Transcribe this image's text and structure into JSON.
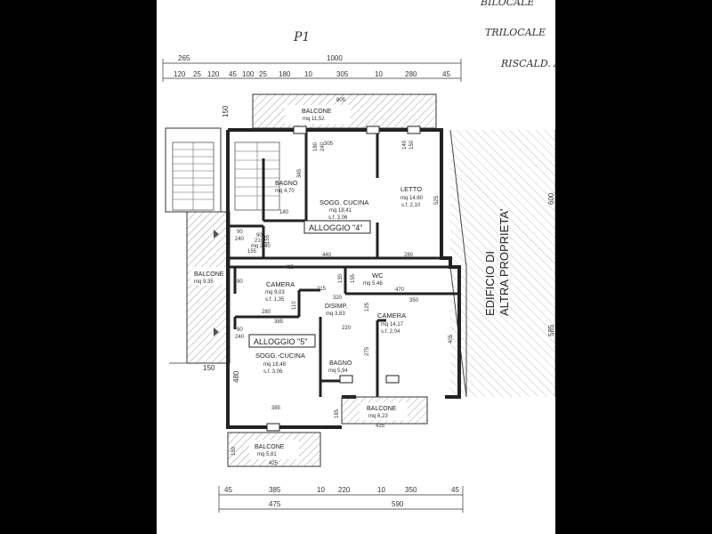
{
  "page": {
    "sheet_label": "P1",
    "handwritten_notes": [
      "BILOCALE",
      "TRILOCALE",
      "RISCALD. A"
    ]
  },
  "dimensions": {
    "top_total": "1000",
    "top_left": "265",
    "top_row": [
      "120",
      "25",
      "120",
      "45",
      "100",
      "25",
      "180",
      "10",
      "305",
      "10",
      "280",
      "45"
    ],
    "left_150_top": "150",
    "bottom_row1": [
      "45",
      "385",
      "10",
      "220",
      "10",
      "350",
      "45"
    ],
    "bottom_row2": [
      "475",
      "590"
    ],
    "right_600": "600",
    "right_585": "585",
    "left_150_bottom": "150",
    "left_480": "480"
  },
  "rooms": {
    "balcone_top": {
      "name": "BALCONE",
      "area": "mq 11,52",
      "width": "805"
    },
    "bagno4": {
      "name": "BAGNO",
      "area": "mq 4,70"
    },
    "cucina4": {
      "name": "SOGG. CUCINA",
      "area": "mq 18,41",
      "sf": "s.f. 3,06"
    },
    "letto": {
      "name": "LETTO",
      "area": "mq 14,60",
      "sf": "s.f. 2,10"
    },
    "alloggio4": "ALLOGGIO \"4\"",
    "landing": {
      "area": "mq 2,40"
    },
    "balcone_left": {
      "name": "BALCONE",
      "area": "mq 9,35"
    },
    "camera5a": {
      "name": "CAMERA",
      "area": "mq 9,03",
      "sf": "s.f. 1,35"
    },
    "wc": {
      "name": "WC",
      "area": "mq 5,46"
    },
    "disimp": {
      "name": "DISIMP.",
      "area": "mq 3,83"
    },
    "camera5b": {
      "name": "CAMERA",
      "area": "mq 14,17",
      "sf": "s.f. 2,04"
    },
    "alloggio5": "ALLOGGIO \"5\"",
    "cucina5": {
      "name": "SOGG.-CUCINA",
      "area": "mq 18,48",
      "sf": "s.f. 3,06"
    },
    "bagno5": {
      "name": "BAGNO",
      "area": "mq 5,94"
    },
    "balcone_br": {
      "name": "BALCONE",
      "area": "mq 6,23",
      "width": "435"
    },
    "balcone_bl": {
      "name": "BALCONE",
      "area": "mq 5,81",
      "width": "425"
    },
    "edificio_line1": "EDIFICIO DI",
    "edificio_line2": "ALTRA PROPRIETA'"
  },
  "inner_dims": {
    "d305": "305",
    "d180": "180",
    "d240a": "240",
    "d240b": "240",
    "d240c": "240",
    "d345": "345",
    "d440": "440",
    "d280a": "280",
    "d525": "525",
    "d90a": "90",
    "d90b": "90",
    "d90c": "90",
    "d90d": "90",
    "d210": "210",
    "d155a": "155",
    "d155b": "155",
    "d495": "495",
    "d215": "215",
    "d320": "320",
    "d470": "470",
    "d350": "350",
    "d280b": "280",
    "d385a": "385",
    "d220": "220",
    "d275": "275",
    "d405": "405",
    "d385b": "385",
    "d185": "185",
    "d180b": "180",
    "d150c": "150",
    "d125": "125",
    "d130": "130",
    "d140": "140",
    "d150": "150",
    "d110": "110"
  }
}
